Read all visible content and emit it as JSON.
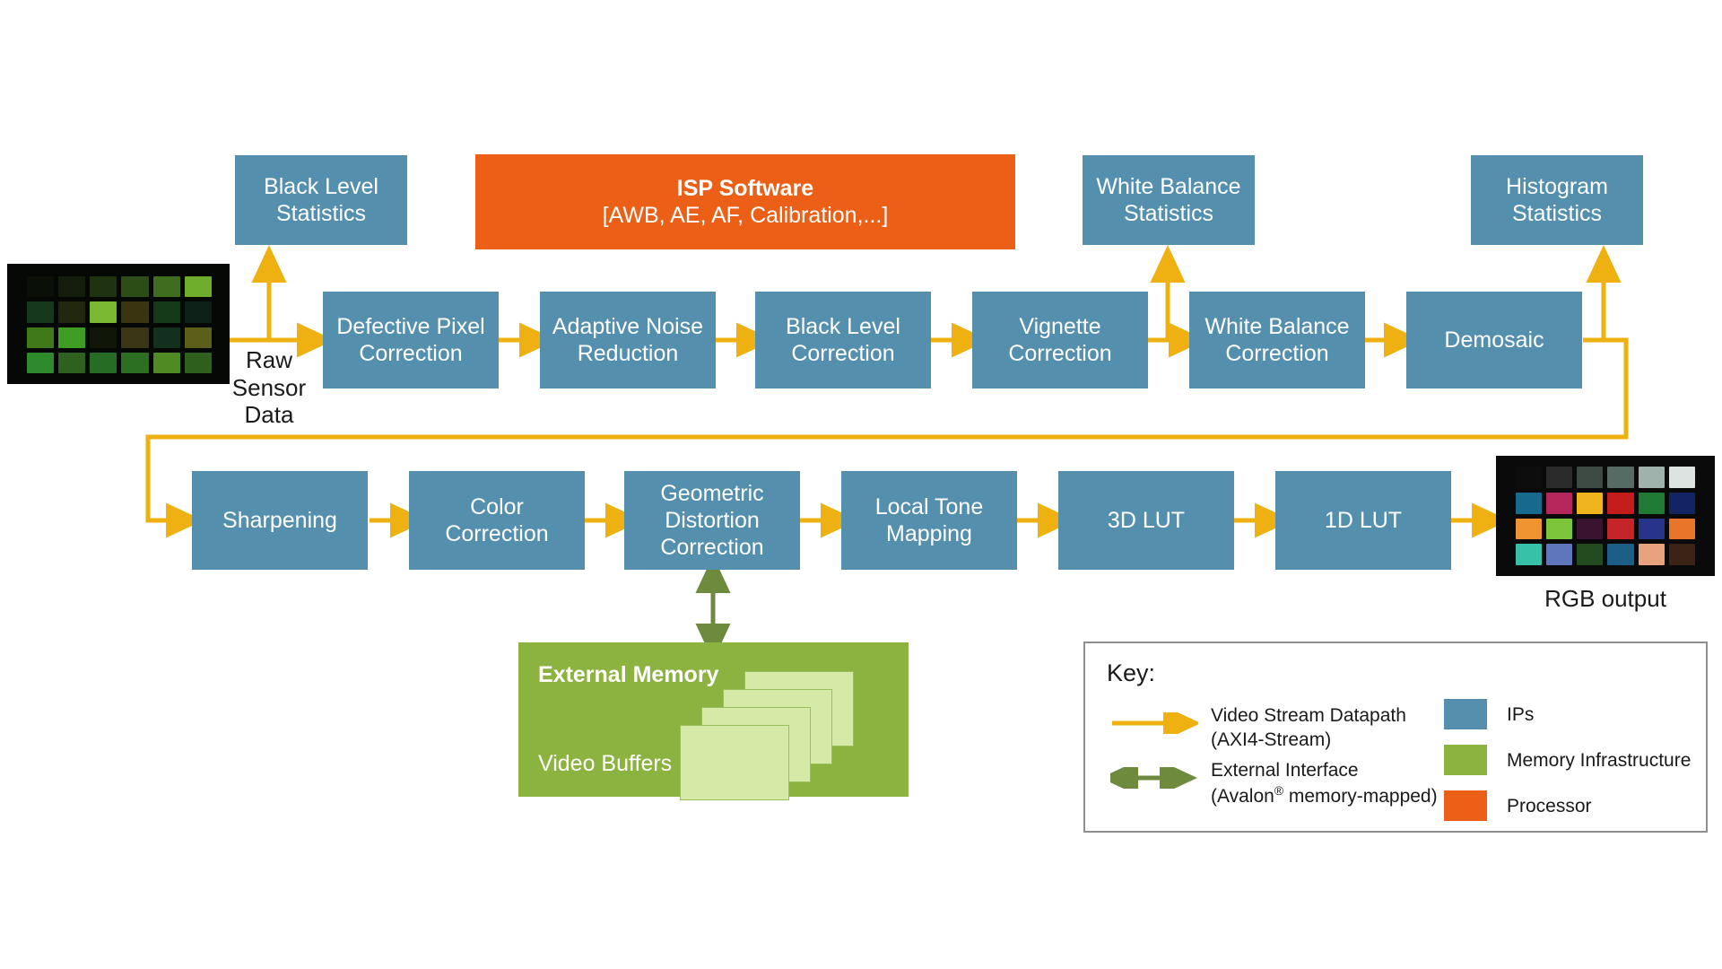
{
  "colors": {
    "ip": "#5490ae",
    "processor": "#eb6016",
    "memory": "#8cb33f",
    "buffer": "#d6eaa8",
    "stream_arrow": "#efb111",
    "interface_arrow": "#6e8b3d",
    "text_dark": "#1a1a1a",
    "key_border": "#8e8e8e",
    "background": "#ffffff"
  },
  "statistics_row": [
    {
      "label": "Black Level\nStatistics",
      "line1": "Black Level",
      "line2": "Statistics",
      "type": "ip"
    },
    {
      "label": "White Balance\nStatistics",
      "line1": "White Balance",
      "line2": "Statistics",
      "type": "ip"
    },
    {
      "label": "Histogram\nStatistics",
      "line1": "Histogram",
      "line2": "Statistics",
      "type": "ip"
    }
  ],
  "processor": {
    "title": "ISP Software",
    "subtitle": "[AWB, AE, AF, Calibration,...]",
    "type": "processor"
  },
  "pipeline_top": [
    {
      "line1": "Defective Pixel",
      "line2": "Correction"
    },
    {
      "line1": "Adaptive Noise",
      "line2": "Reduction"
    },
    {
      "line1": "Black Level",
      "line2": "Correction"
    },
    {
      "line1": "Vignette",
      "line2": "Correction"
    },
    {
      "line1": "White Balance",
      "line2": "Correction"
    },
    {
      "line1": "Demosaic",
      "line2": ""
    }
  ],
  "pipeline_bottom": [
    {
      "line1": "Sharpening",
      "line2": "",
      "line3": ""
    },
    {
      "line1": "Color",
      "line2": "Correction",
      "line3": ""
    },
    {
      "line1": "Geometric",
      "line2": "Distortion",
      "line3": "Correction"
    },
    {
      "line1": "Local Tone",
      "line2": "Mapping",
      "line3": ""
    },
    {
      "line1": "3D LUT",
      "line2": "",
      "line3": ""
    },
    {
      "line1": "1D LUT",
      "line2": "",
      "line3": ""
    }
  ],
  "input": {
    "label_line1": "Raw",
    "label_line2": "Sensor",
    "label_line3": "Data",
    "image_alt": "raw-bayer-colorchecker"
  },
  "output": {
    "caption": "RGB output",
    "image_alt": "rgb-colorchecker"
  },
  "external_memory": {
    "title": "External Memory",
    "subtitle": "Video Buffers"
  },
  "key": {
    "title": "Key:",
    "legend_arrows": [
      {
        "icon": "arrow-right-icon",
        "line1": "Video Stream Datapath",
        "line2": "(AXI4-Stream)",
        "color": "#efb111"
      },
      {
        "icon": "arrow-both-icon",
        "line1": "External Interface",
        "line2": "(Avalon® memory-mapped)",
        "color": "#6e8b3d"
      }
    ],
    "legend_swatches": [
      {
        "label": "IPs",
        "color": "#5490ae"
      },
      {
        "label": "Memory Infrastructure",
        "color": "#8cb33f"
      },
      {
        "label": "Processor",
        "color": "#eb6016"
      }
    ]
  },
  "colorchecker_rgb": [
    "#0d0d0d",
    "#2b2b2b",
    "#3c4a43",
    "#566b64",
    "#9fb2ab",
    "#dde3e0",
    "#18698e",
    "#b5275b",
    "#f0b51c",
    "#c41b1b",
    "#1f7a33",
    "#122463",
    "#ef9430",
    "#7cc43a",
    "#3a1330",
    "#c52528",
    "#26348a",
    "#e8752a",
    "#36c1a8",
    "#5f75bc",
    "#244a1f",
    "#1d5e87",
    "#e8a37e",
    "#3c2315"
  ],
  "colorchecker_raw": [
    "#0a0f07",
    "#141d0c",
    "#1f3310",
    "#2d4d16",
    "#3f6c1d",
    "#6fae2c",
    "#16381c",
    "#22280e",
    "#79b830",
    "#3a3410",
    "#143a19",
    "#0d2118",
    "#3e7a1a",
    "#3f9d24",
    "#101608",
    "#3a3514",
    "#12301b",
    "#5c5f19",
    "#2e8a2a",
    "#2e6020",
    "#266c24",
    "#2c6f22",
    "#4f8a22",
    "#2e5f1c"
  ]
}
